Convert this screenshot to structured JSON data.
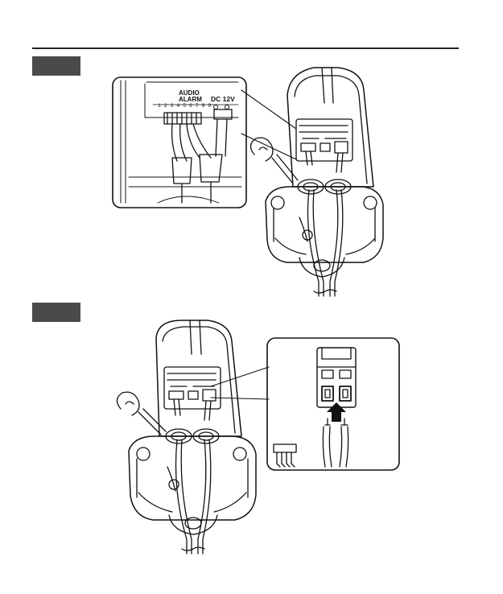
{
  "callout_1": {
    "line_1": "AUDIO",
    "line_2": "ALARM",
    "pins": "1 2 3 4 5 6 7 8 9",
    "power": "DC 12V"
  }
}
